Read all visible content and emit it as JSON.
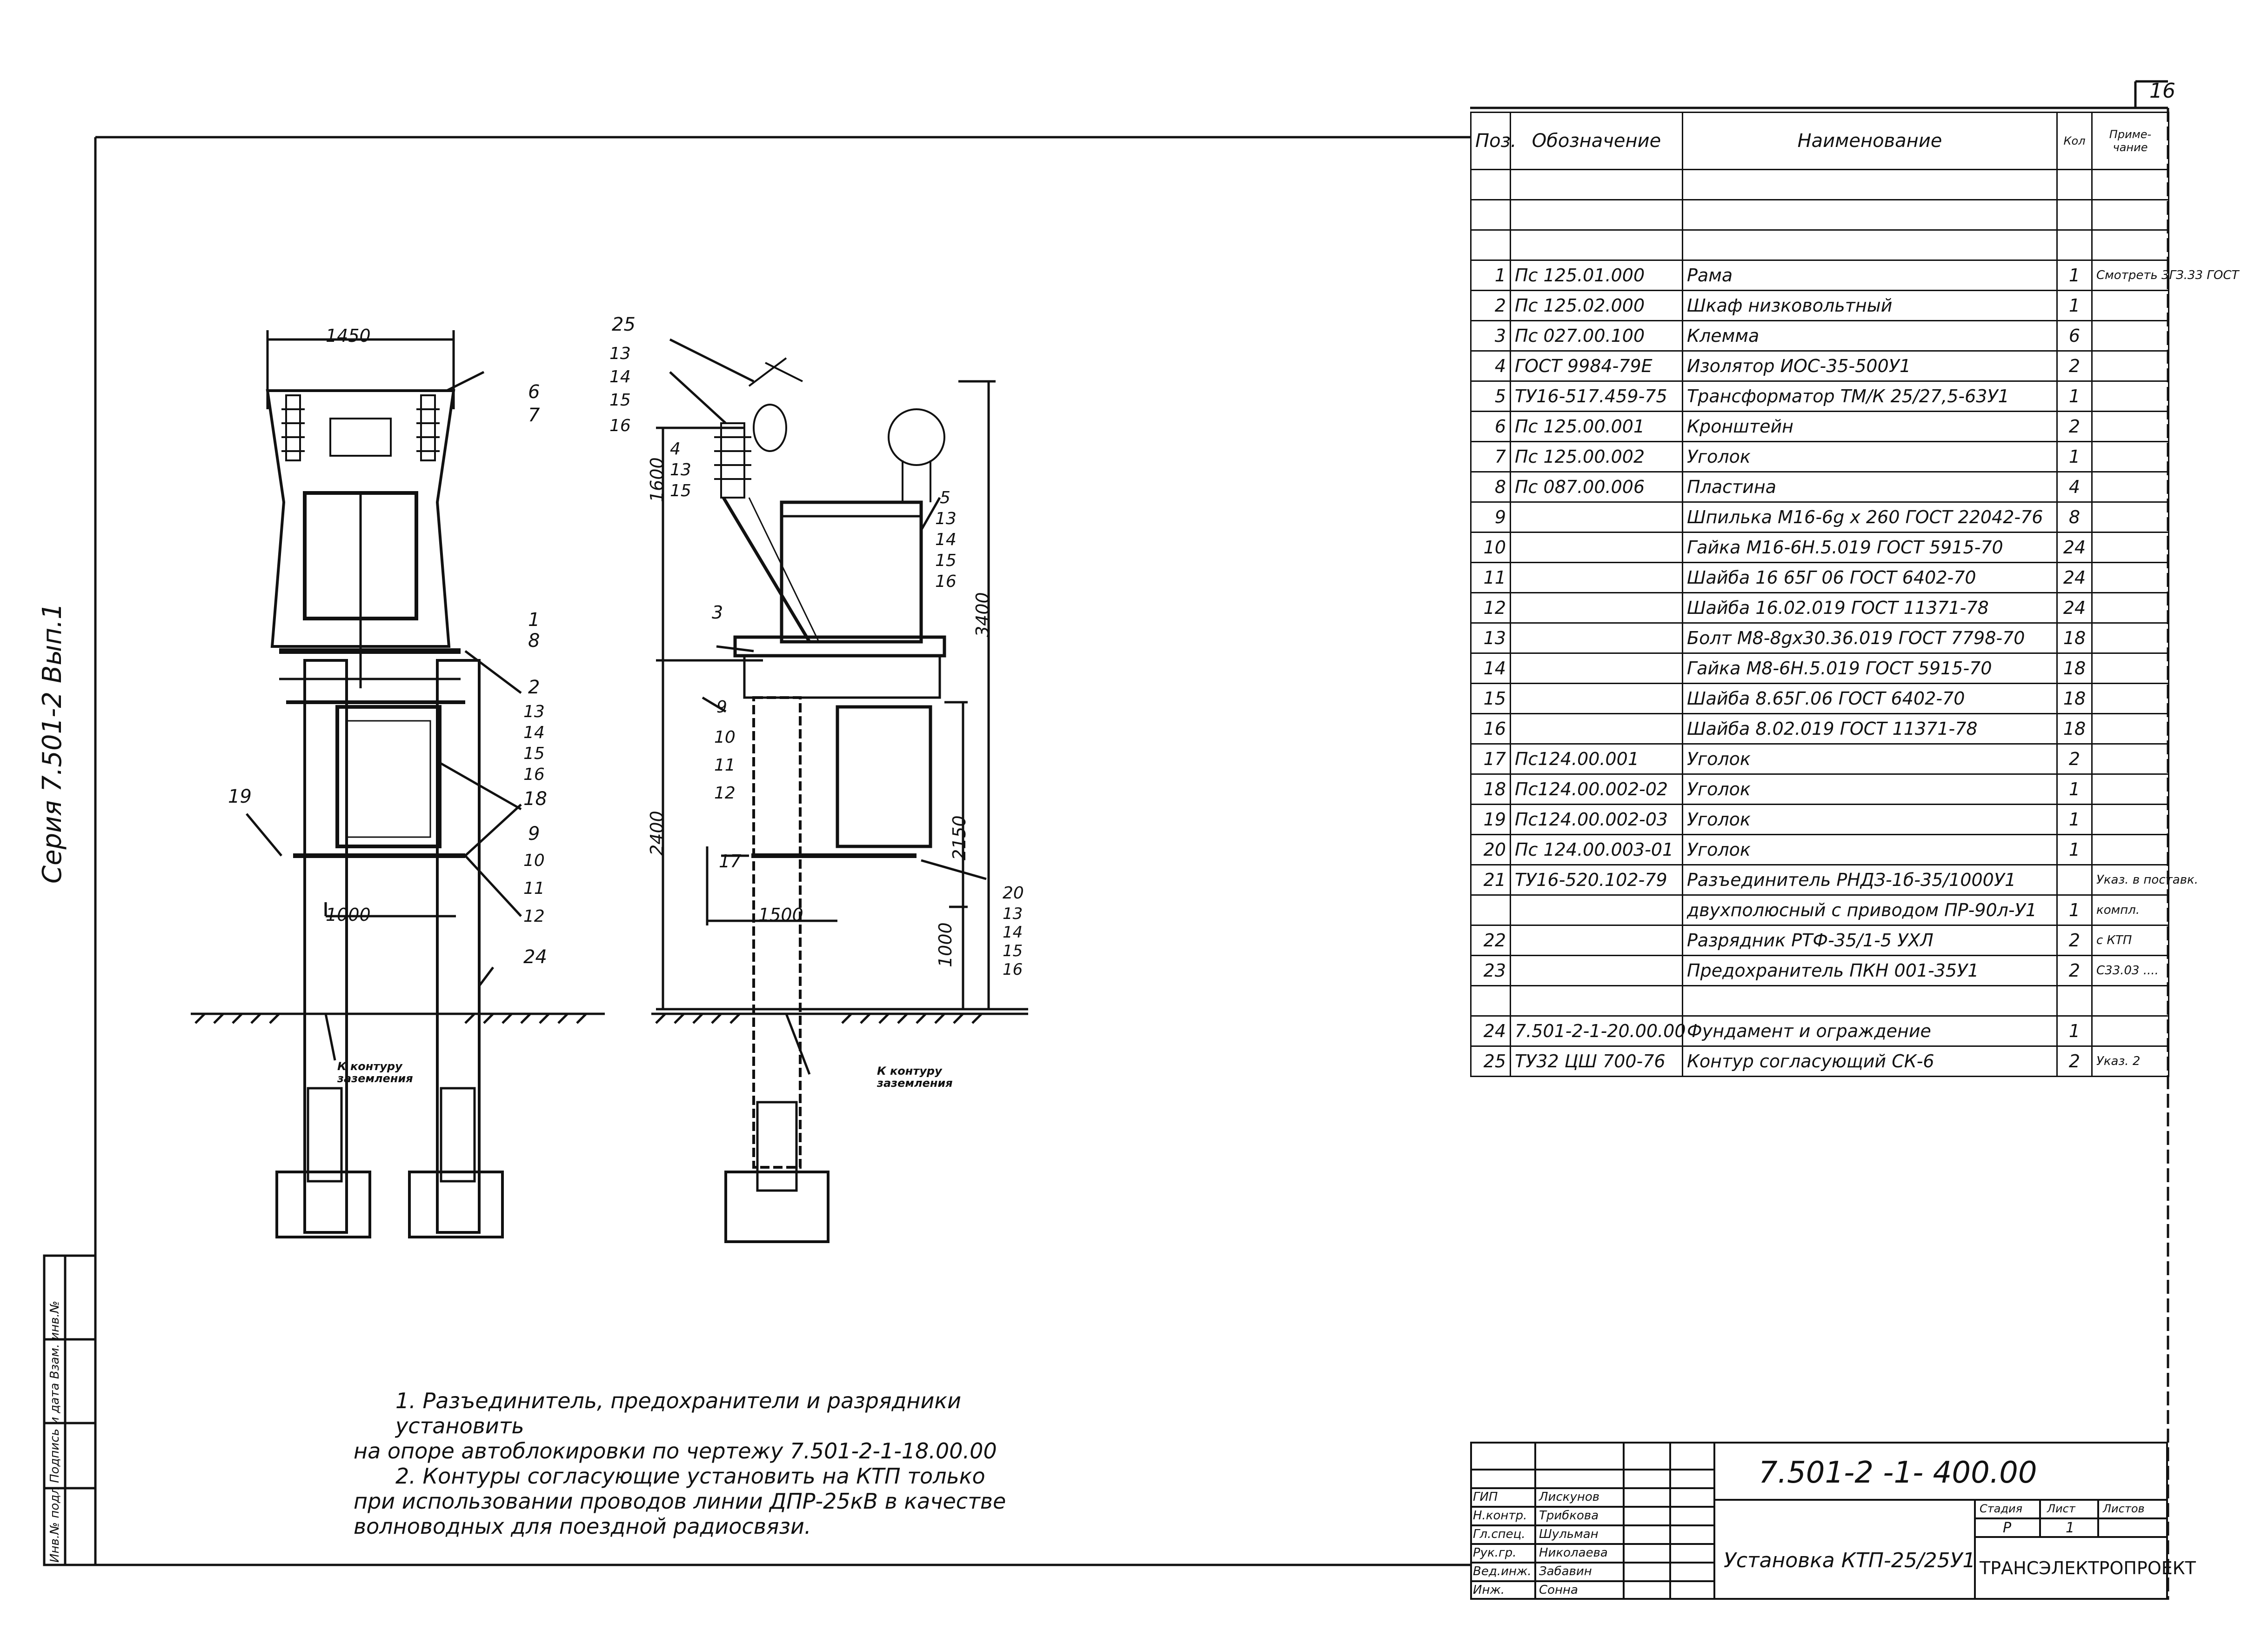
{
  "sheet_number": "16",
  "series_label": "Серия  7.501-2  Вып.1",
  "left_margin_stamp": "Инв.№ подл  Подпись и дата  Взам. инв.№",
  "drawing": {
    "front_view": {
      "dims": {
        "top_width": "1450",
        "base_width": "1000"
      },
      "callouts": {
        "c6": "6",
        "c7": "7",
        "c1": "1",
        "c8": "8",
        "c2": "2",
        "c13": "13",
        "c14": "14",
        "c15": "15",
        "c16": "16",
        "c18": "18",
        "c9": "9",
        "c10": "10",
        "c11": "11",
        "c12": "12",
        "c19": "19",
        "c24": "24"
      },
      "ground_label": "К контуру заземления"
    },
    "side_view": {
      "dims": {
        "d1600": "1600",
        "d3400": "3400",
        "d2400": "2400",
        "d2150": "2150",
        "d1500": "1500",
        "d1000": "1000"
      },
      "callouts": {
        "c25": "25",
        "c13": "13",
        "c14": "14",
        "c15": "15",
        "c16": "16",
        "c4": "4",
        "c13b": "13",
        "c15b": "15",
        "c5": "5",
        "c13c": "13",
        "c14c": "14",
        "c15c": "15",
        "c16c": "16",
        "c3": "3",
        "c9": "9",
        "c10": "10",
        "c11": "11",
        "c12": "12",
        "c17": "17",
        "c20": "20",
        "c13d": "13",
        "c14d": "14",
        "c15d": "15",
        "c16d": "16"
      },
      "ground_label": "К контуру заземления"
    }
  },
  "spec": {
    "headers": {
      "pos": "Поз.",
      "designation": "Обозначение",
      "name": "Наименование",
      "qty": "Кол",
      "note": "Приме-чание"
    },
    "rows": [
      {
        "pos": "",
        "designation": "",
        "name": "",
        "qty": "",
        "note": ""
      },
      {
        "pos": "",
        "designation": "",
        "name": "",
        "qty": "",
        "note": ""
      },
      {
        "pos": "",
        "designation": "",
        "name": "",
        "qty": "",
        "note": ""
      },
      {
        "pos": "1",
        "designation": "Пс 125.01.000",
        "name": "Рама",
        "qty": "1",
        "note": "Смотреть 3ГЗ.33 ГОСТ"
      },
      {
        "pos": "2",
        "designation": "Пс 125.02.000",
        "name": "Шкаф низковольтный",
        "qty": "1",
        "note": ""
      },
      {
        "pos": "3",
        "designation": "Пс 027.00.100",
        "name": "Клемма",
        "qty": "6",
        "note": ""
      },
      {
        "pos": "4",
        "designation": "ГОСТ 9984-79Е",
        "name": "Изолятор ИОС-35-500У1",
        "qty": "2",
        "note": ""
      },
      {
        "pos": "5",
        "designation": "ТУ16-517.459-75",
        "name": "Трансформатор ТМ/К 25/27,5-63У1",
        "qty": "1",
        "note": ""
      },
      {
        "pos": "6",
        "designation": "Пс 125.00.001",
        "name": "Кронштейн",
        "qty": "2",
        "note": ""
      },
      {
        "pos": "7",
        "designation": "Пс 125.00.002",
        "name": "Уголок",
        "qty": "1",
        "note": ""
      },
      {
        "pos": "8",
        "designation": "Пс 087.00.006",
        "name": "Пластина",
        "qty": "4",
        "note": ""
      },
      {
        "pos": "9",
        "designation": "",
        "name": "Шпилька М16-6g x 260  ГОСТ 22042-76",
        "qty": "8",
        "note": ""
      },
      {
        "pos": "10",
        "designation": "",
        "name": "Гайка  М16-6Н.5.019  ГОСТ 5915-70",
        "qty": "24",
        "note": ""
      },
      {
        "pos": "11",
        "designation": "",
        "name": "Шайба 16 65Г 06     ГОСТ 6402-70",
        "qty": "24",
        "note": ""
      },
      {
        "pos": "12",
        "designation": "",
        "name": "Шайба 16.02.019     ГОСТ 11371-78",
        "qty": "24",
        "note": ""
      },
      {
        "pos": "13",
        "designation": "",
        "name": "Болт М8-8gx30.36.019 ГОСТ 7798-70",
        "qty": "18",
        "note": ""
      },
      {
        "pos": "14",
        "designation": "",
        "name": "Гайка М8-6Н.5.019    ГОСТ 5915-70",
        "qty": "18",
        "note": ""
      },
      {
        "pos": "15",
        "designation": "",
        "name": "Шайба 8.65Г.06      ГОСТ 6402-70",
        "qty": "18",
        "note": ""
      },
      {
        "pos": "16",
        "designation": "",
        "name": "Шайба 8.02.019      ГОСТ 11371-78",
        "qty": "18",
        "note": ""
      },
      {
        "pos": "17",
        "designation": "Пс124.00.001",
        "name": "Уголок",
        "qty": "2",
        "note": ""
      },
      {
        "pos": "18",
        "designation": "Пс124.00.002-02",
        "name": "Уголок",
        "qty": "1",
        "note": ""
      },
      {
        "pos": "19",
        "designation": "Пс124.00.002-03",
        "name": "Уголок",
        "qty": "1",
        "note": ""
      },
      {
        "pos": "20",
        "designation": "Пс 124.00.003-01",
        "name": "Уголок",
        "qty": "1",
        "note": ""
      },
      {
        "pos": "21",
        "designation": "ТУ16-520.102-79",
        "name": "Разъединитель РНДЗ-1б-35/1000У1",
        "qty": "",
        "note": "Указ. в поставк."
      },
      {
        "pos": "",
        "designation": "",
        "name": "двухполюсный с приводом ПР-90л-У1",
        "qty": "1",
        "note": "компл."
      },
      {
        "pos": "22",
        "designation": "",
        "name": "Разрядник РТФ-35/1-5 УХЛ",
        "qty": "2",
        "note": "с КТП"
      },
      {
        "pos": "23",
        "designation": "",
        "name": "Предохранитель ПКН 001-35У1",
        "qty": "2",
        "note": "С33.03 ...."
      },
      {
        "pos": "",
        "designation": "",
        "name": "",
        "qty": "",
        "note": ""
      },
      {
        "pos": "24",
        "designation": "7.501-2-1-20.00.00",
        "name": "Фундамент и ограждение",
        "qty": "1",
        "note": ""
      },
      {
        "pos": "25",
        "designation": "ТУ32 ЦШ 700-76",
        "name": "Контур согласующий  СК-6",
        "qty": "2",
        "note": "Указ. 2"
      }
    ]
  },
  "notes": [
    "1. Разъединитель, предохранители и разрядники установить",
    "на опоре автоблокировки по чертежу 7.501-2-1-18.00.00",
    "2. Контуры согласующие установить на КТП только",
    "при использовании проводов линии ДПР-25кВ в качестве",
    "волноводных для поездной радиосвязи."
  ],
  "title_block": {
    "doc_number": "7.501-2 -1-  400.00",
    "title": "Установка КТП-25/25У1",
    "stage_label": "Стадия",
    "sheet_label": "Лист",
    "sheets_label": "Листов",
    "stage": "Р",
    "sheet": "1",
    "sheets": "",
    "org": "ТРАНСЭЛЕКТРОПРОЕКТ",
    "staff": [
      {
        "role": "ГИП",
        "name": "Лискунов"
      },
      {
        "role": "Н.контр.",
        "name": "Трибкова"
      },
      {
        "role": "Гл.спец.",
        "name": "Шульман"
      },
      {
        "role": "Рук.гр.",
        "name": "Николаева"
      },
      {
        "role": "Вед.инж.",
        "name": "Забавин"
      },
      {
        "role": "Инж.",
        "name": "Сонна"
      }
    ]
  }
}
